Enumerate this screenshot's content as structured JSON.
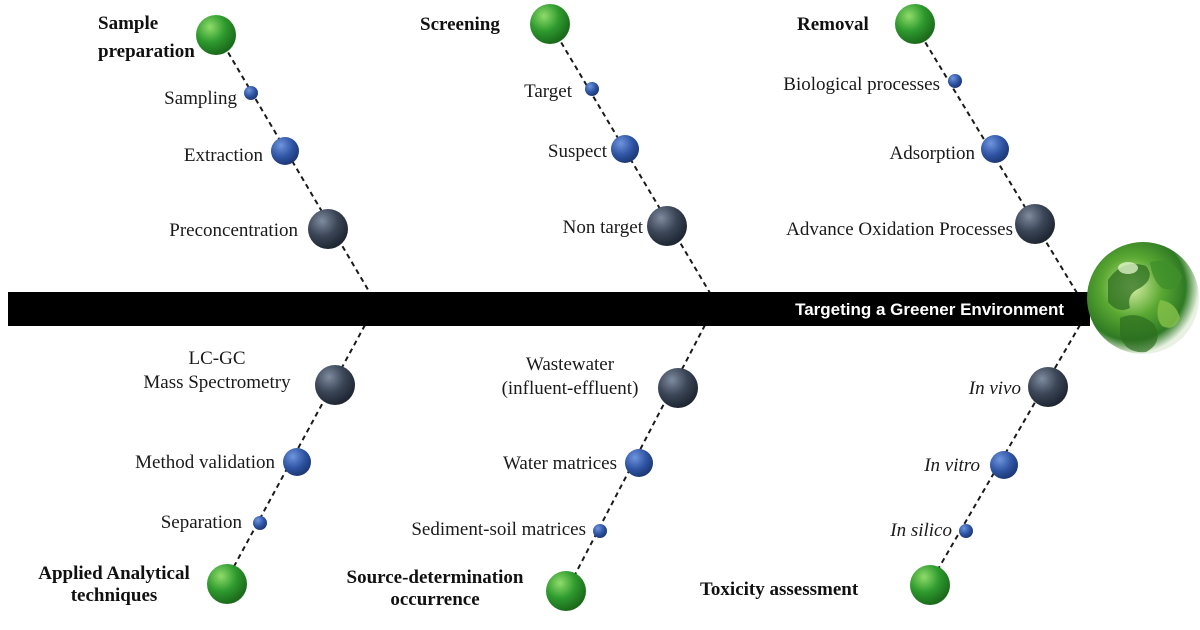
{
  "spine": {
    "label": "Targeting a Greener Environment"
  },
  "colors": {
    "category_node": "#2e9a2e",
    "small_node": "#2f55a4",
    "medium_node": "#2f55a4",
    "large_node": "#3a4556",
    "spine": "#000000",
    "globe": "#5aa832"
  },
  "bones": [
    {
      "id": "sample-preparation",
      "category": [
        "Sample",
        "preparation"
      ],
      "items": [
        "Sampling",
        "Extraction",
        "Preconcentration"
      ]
    },
    {
      "id": "screening",
      "category": [
        "Screening"
      ],
      "items": [
        "Target",
        "Suspect",
        "Non target"
      ]
    },
    {
      "id": "removal",
      "category": [
        "Removal"
      ],
      "items": [
        "Biological processes",
        "Adsorption",
        "Advance Oxidation Processes"
      ]
    },
    {
      "id": "applied-analytical-techniques",
      "category": [
        "Applied Analytical",
        "techniques"
      ],
      "items": [
        [
          "LC-GC",
          "Mass Spectrometry"
        ],
        "Method validation",
        "Separation"
      ]
    },
    {
      "id": "source-determination",
      "category": [
        "Source-determination",
        "occurrence"
      ],
      "items": [
        [
          "Wastewater",
          "(influent-effluent)"
        ],
        "Water matrices",
        "Sediment-soil matrices"
      ]
    },
    {
      "id": "toxicity-assessment",
      "category": [
        "Toxicity assessment"
      ],
      "items": [
        "In vivo",
        "In vitro",
        "In silico"
      ]
    }
  ]
}
